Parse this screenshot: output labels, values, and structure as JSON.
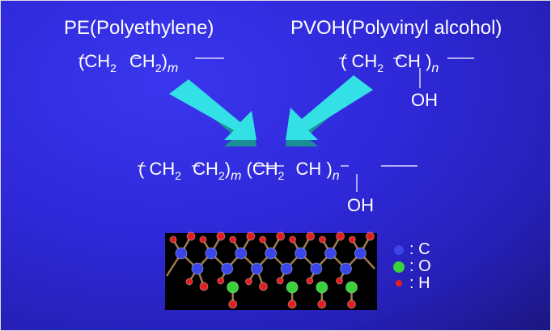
{
  "titles": {
    "pe": "PE(Polyethylene)",
    "pvoh": "PVOH(Polyvinyl alcohol)"
  },
  "formula": {
    "paren_open": "(",
    "paren_close": ")",
    "ch2": "CH",
    "two": "2",
    "ch": "CH",
    "m": "m",
    "n": "n",
    "oh": "OH",
    "dash": "–"
  },
  "legend": [
    {
      "label": "C",
      "color": "#3a46e8"
    },
    {
      "label": "O",
      "color": "#3ad23a"
    },
    {
      "label": "H",
      "color": "#e02020"
    }
  ],
  "colors": {
    "arrow": "#33e0e6",
    "arrow_dark": "#1a8f95",
    "bond": "#9c7a52"
  }
}
